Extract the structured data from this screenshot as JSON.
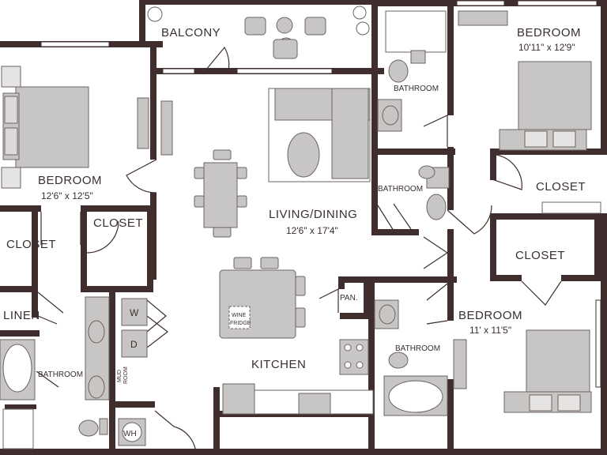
{
  "colors": {
    "wall": "#3f2e2d",
    "furniture": "#c8c6c5",
    "furniture_stroke": "#6b6362",
    "window": "#ffffff",
    "text": "#3a2f2f"
  },
  "rooms": {
    "balcony": {
      "name": "BALCONY"
    },
    "bedroom_left": {
      "name": "BEDROOM",
      "size": "12'6\" x 12'5\""
    },
    "bedroom_top_right": {
      "name": "BEDROOM",
      "size": "10'11\" x 12'9\""
    },
    "bedroom_bottom_right": {
      "name": "BEDROOM",
      "size": "11' x 11'5\""
    },
    "living_dining": {
      "name": "LIVING/DINING",
      "size": "12'6\" x 17'4\""
    },
    "kitchen": {
      "name": "KITCHEN"
    },
    "closet_left": {
      "name": "CLOSET"
    },
    "closet_mid_left": {
      "name": "CLOSET"
    },
    "closet_top_right": {
      "name": "CLOSET"
    },
    "closet_mid_right": {
      "name": "CLOSET"
    },
    "linen": {
      "name": "LINEN"
    },
    "pantry": {
      "name": "PAN."
    },
    "bathroom_left": {
      "name": "BATHROOM"
    },
    "bathroom_top": {
      "name": "BATHROOM"
    },
    "bathroom_mid": {
      "name": "BATHROOM"
    },
    "bathroom_right": {
      "name": "BATHROOM"
    }
  },
  "appliances": {
    "washer": "W",
    "dryer": "D",
    "water_heater": "WH",
    "mud_room_line1": "MUD",
    "mud_room_line2": "ROOM",
    "wine_fridge_line1": "WINE",
    "wine_fridge_line2": "FRIDGE"
  }
}
